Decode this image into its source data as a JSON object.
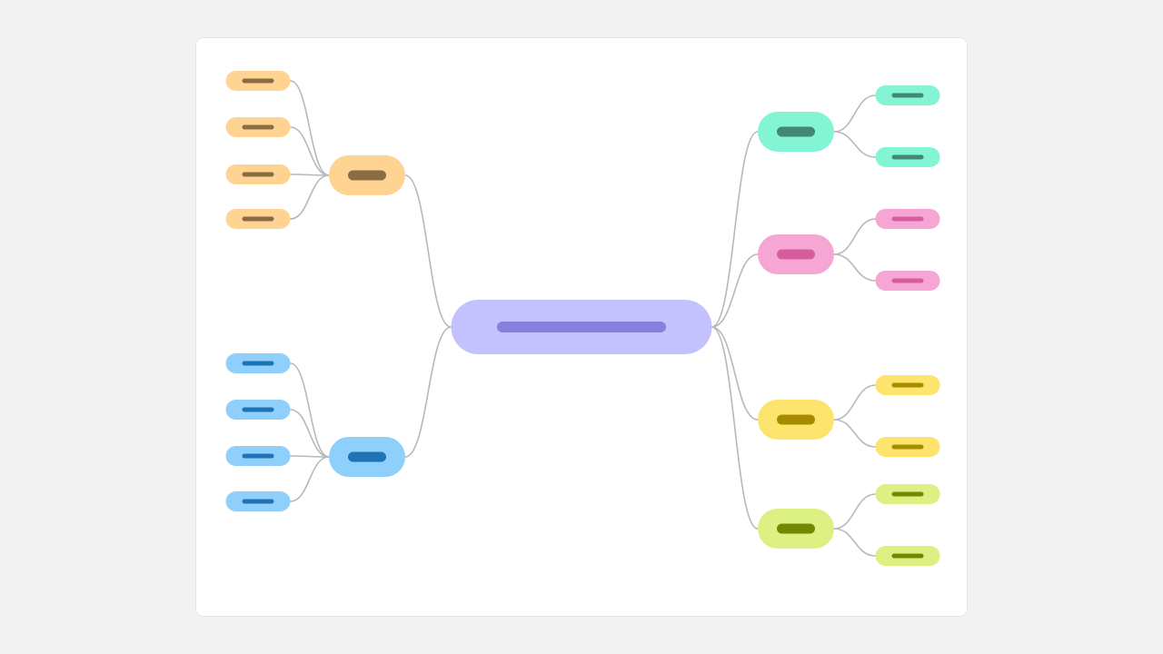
{
  "map": {
    "root": {
      "fill": "#c4c1ff",
      "text_color": "#8580dc",
      "label": ""
    },
    "branches": [
      {
        "id": "orange",
        "side": "left",
        "fill": "#ffd392",
        "text_color": "#8a6d42",
        "label": "",
        "children": [
          {
            "label": ""
          },
          {
            "label": ""
          },
          {
            "label": ""
          },
          {
            "label": ""
          }
        ]
      },
      {
        "id": "blue",
        "side": "left",
        "fill": "#8ed0fb",
        "text_color": "#1f73b5",
        "label": "",
        "children": [
          {
            "label": ""
          },
          {
            "label": ""
          },
          {
            "label": ""
          },
          {
            "label": ""
          }
        ]
      },
      {
        "id": "teal",
        "side": "right",
        "fill": "#84f5d4",
        "text_color": "#438874",
        "label": "",
        "children": [
          {
            "label": ""
          },
          {
            "label": ""
          }
        ]
      },
      {
        "id": "pink",
        "side": "right",
        "fill": "#f6a6d2",
        "text_color": "#d75e9e",
        "label": "",
        "children": [
          {
            "label": ""
          },
          {
            "label": ""
          }
        ]
      },
      {
        "id": "yellow",
        "side": "right",
        "fill": "#fde46c",
        "text_color": "#a78c00",
        "label": "",
        "children": [
          {
            "label": ""
          },
          {
            "label": ""
          }
        ]
      },
      {
        "id": "lime",
        "side": "right",
        "fill": "#dcf084",
        "text_color": "#738700",
        "label": "",
        "children": [
          {
            "label": ""
          },
          {
            "label": ""
          }
        ]
      }
    ],
    "link_color": "#b7b7bd"
  }
}
